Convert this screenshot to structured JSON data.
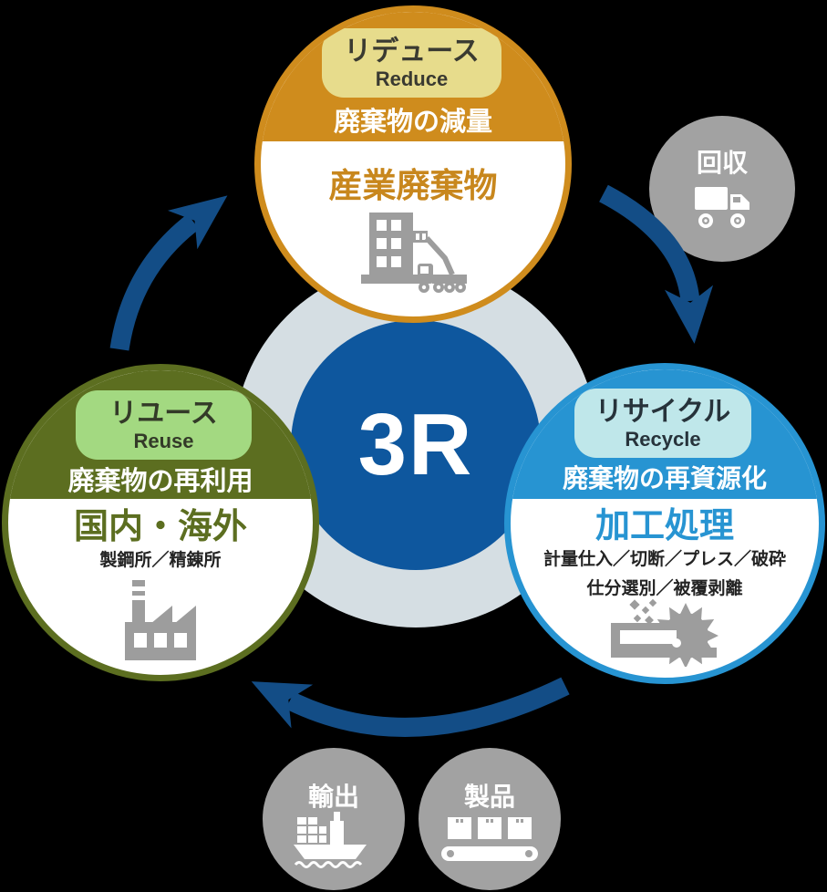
{
  "background_color": "#000000",
  "center": {
    "label": "3R",
    "circle_color": "#0E579E",
    "ring_color": "#D5DEE3",
    "label_color": "#FFFFFF"
  },
  "nodes": [
    {
      "id": "reduce",
      "title_jp": "リデュース",
      "title_en": "Reduce",
      "subtitle": "廃棄物の減量",
      "heading": "産業廃棄物",
      "details": [],
      "icon": "building-crane-icon",
      "colors": {
        "main": "#CF8C1D",
        "pill_bg": "#E7DC8C",
        "pill_text": "#3A3A31",
        "heading": "#C8871D"
      }
    },
    {
      "id": "reuse",
      "title_jp": "リユース",
      "title_en": "Reuse",
      "subtitle": "廃棄物の再利用",
      "heading": "国内・海外",
      "details": [
        "製鋼所／精錬所"
      ],
      "icon": "factory-icon",
      "colors": {
        "main": "#5C6E20",
        "pill_bg": "#A3D981",
        "pill_text": "#333A28",
        "heading": "#5C6E20"
      }
    },
    {
      "id": "recycle",
      "title_jp": "リサイクル",
      "title_en": "Recycle",
      "subtitle": "廃棄物の再資源化",
      "heading": "加工処理",
      "details": [
        "計量仕入／切断／プレス／破砕",
        "仕分選別／被覆剥離"
      ],
      "icon": "saw-machine-icon",
      "colors": {
        "main": "#2794D2",
        "pill_bg": "#BFE7EA",
        "pill_text": "#27333B",
        "heading": "#2794D2"
      }
    }
  ],
  "satellites": [
    {
      "id": "collection",
      "label": "回収",
      "icon": "truck-icon"
    },
    {
      "id": "export",
      "label": "輸出",
      "icon": "cargo-ship-icon"
    },
    {
      "id": "products",
      "label": "製品",
      "icon": "conveyor-boxes-icon"
    }
  ],
  "satellite_circle_color": "#A2A2A2",
  "icon_gray": "#9D9D9D",
  "arrow_color": "#134D86",
  "detail_text_color": "#232323"
}
